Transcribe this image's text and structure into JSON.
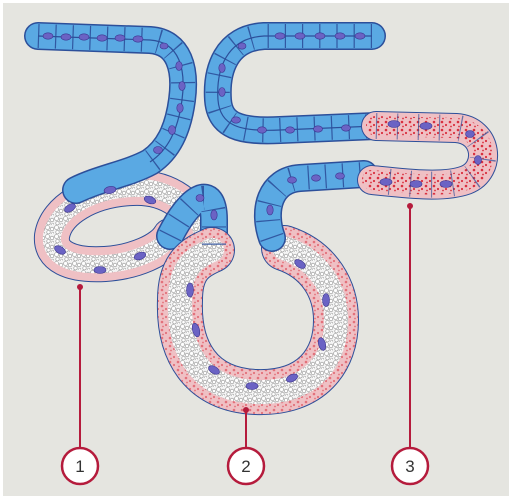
{
  "diagram": {
    "background_color": "#e5e5e0",
    "colors": {
      "blue_segment": "#5aa9e3",
      "blue_cell_line": "#2c4f9a",
      "nucleus": "#6b63c4",
      "pink_segment": "#efc0c4",
      "granule_core": "#f4f4f4",
      "secretory_dot": "#d9303f",
      "callout_red": "#b51b3c"
    },
    "callouts": [
      {
        "label": "1"
      },
      {
        "label": "2"
      },
      {
        "label": "3"
      }
    ]
  }
}
